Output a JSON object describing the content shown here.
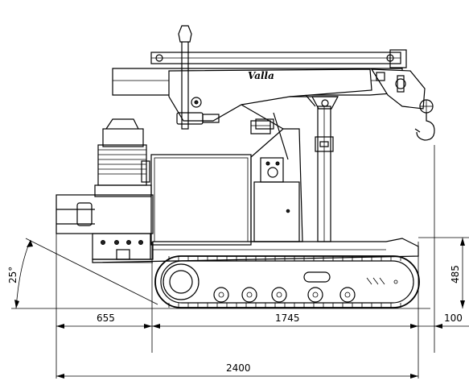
{
  "drawing": {
    "brand_logo": "Valla",
    "dimensions": {
      "rear_overhang": "655",
      "track_length": "1745",
      "front_overhang": "100",
      "overall_length": "2400",
      "height": "485",
      "approach_angle": "25°"
    }
  }
}
